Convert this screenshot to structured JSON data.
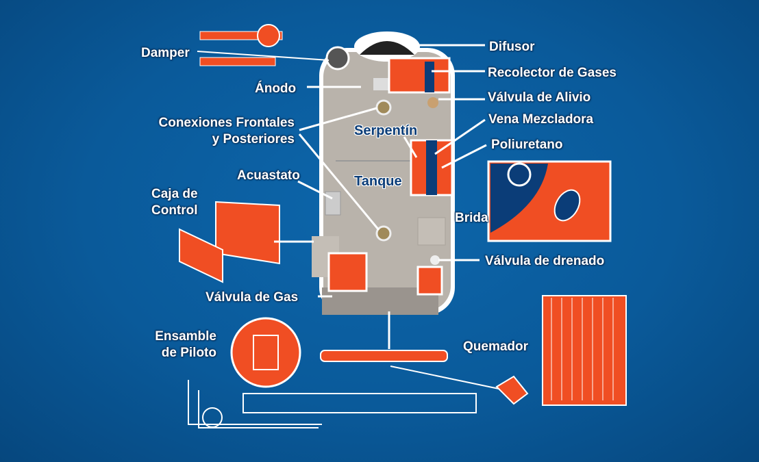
{
  "labels": {
    "damper": "Damper",
    "difusor": "Difusor",
    "recolector": "Recolector de Gases",
    "anodo": "Ánodo",
    "valvula_alivio": "Válvula de Alivio",
    "conexiones_1": "Conexiones Frontales",
    "conexiones_2": "y Posteriores",
    "vena": "Vena Mezcladora",
    "serpentin": "Serpentín",
    "poliuretano": "Poliuretano",
    "acuastato": "Acuastato",
    "tanque": "Tanque",
    "caja_1": "Caja de",
    "caja_2": "Control",
    "brida": "Brida",
    "valvula_drenado": "Válvula de drenado",
    "valvula_gas": "Válvula de Gas",
    "ensamble_1": "Ensamble",
    "ensamble_2": "de Piloto",
    "quemador": "Quemador"
  },
  "colors": {
    "background": "#0a5a9a",
    "accent": "#f04e23",
    "tank": "#b9b3ab",
    "navy": "#0b3d78"
  }
}
